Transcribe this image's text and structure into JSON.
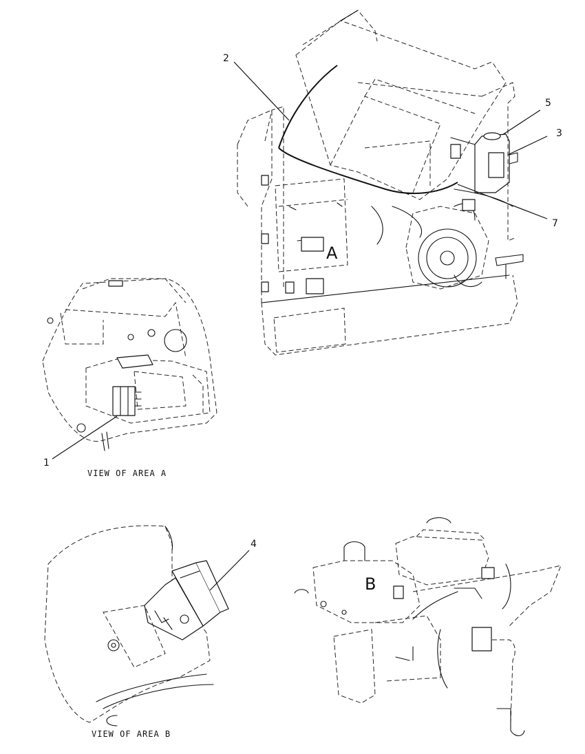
{
  "callouts": {
    "c1": "1",
    "c2": "2",
    "c3": "3",
    "c4": "4",
    "c5": "5",
    "c7": "7"
  },
  "area_labels": {
    "a": "A",
    "b": "B"
  },
  "captions": {
    "view_a": "VIEW OF AREA A",
    "view_b": "VIEW OF AREA B"
  },
  "colors": {
    "line": "#111111",
    "background": "#ffffff"
  }
}
